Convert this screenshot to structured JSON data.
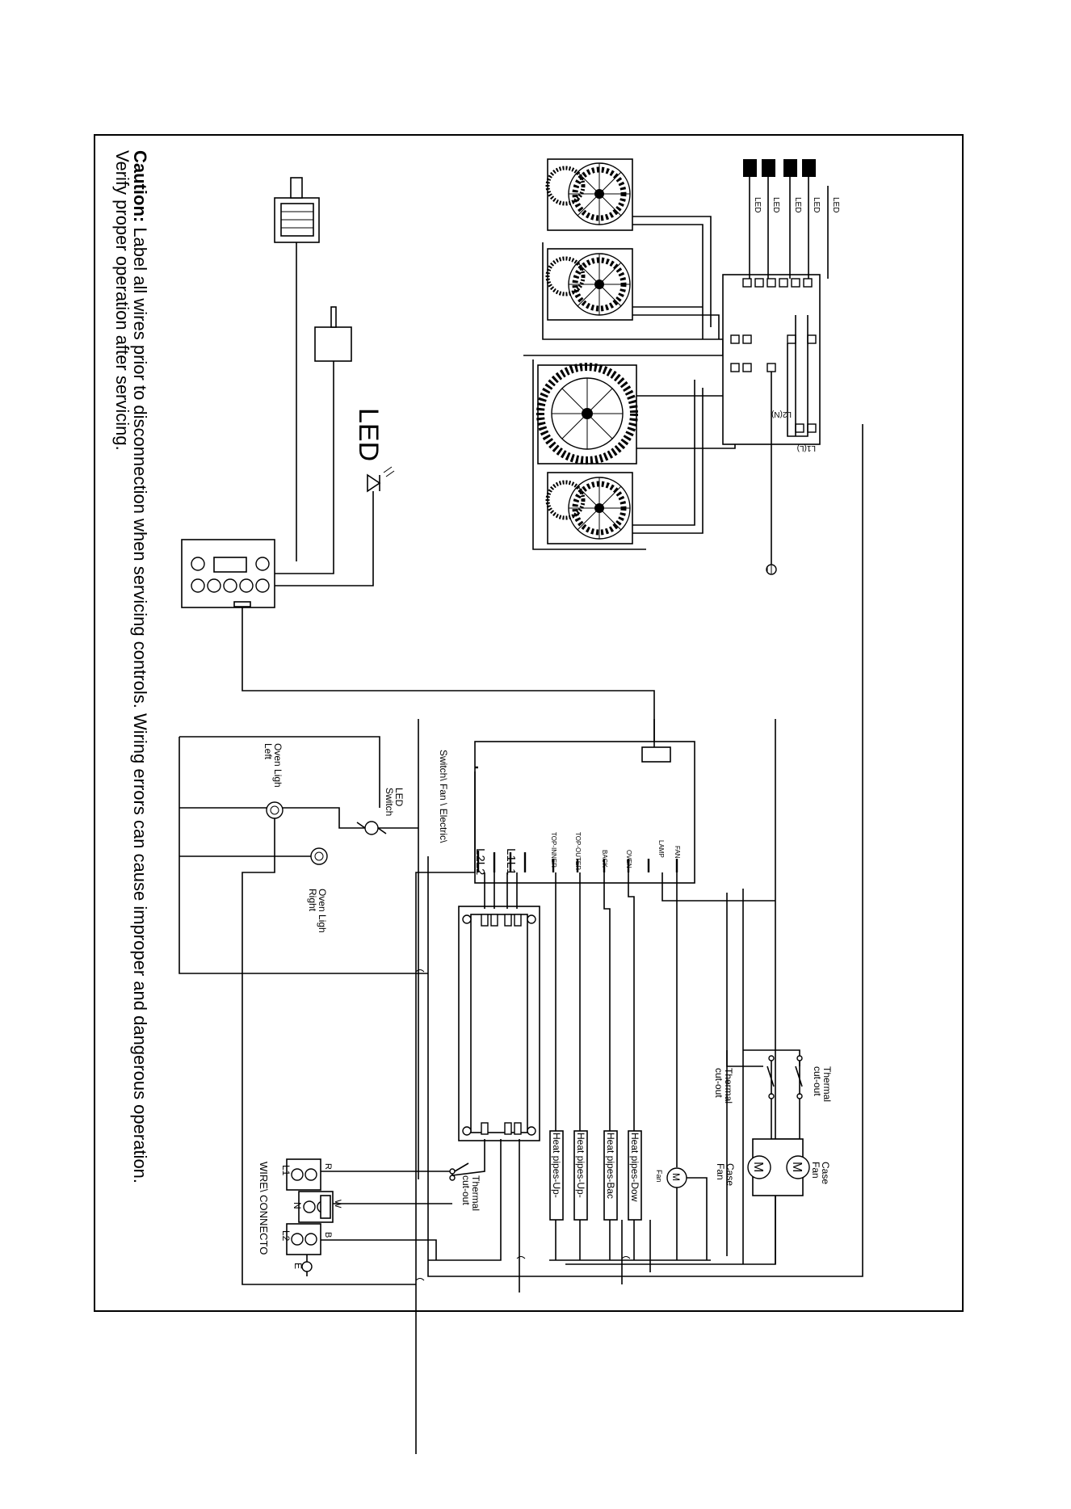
{
  "caution": {
    "heading": "Caution:",
    "line1": " Label all wires prior to disconnection when servicing controls. Wiring errors can cause improper and dangerous operation.",
    "line2": "Verify proper operation after servicing."
  },
  "labels": {
    "led_big": "LED",
    "led_small": "LED",
    "l2n": "L2(N)",
    "l1l": "L1(L)",
    "oven_light_left": [
      "Oven Ligh",
      "Left"
    ],
    "oven_light_right": [
      "Oven Ligh",
      "Right"
    ],
    "led_switch": [
      "LED",
      "Switch"
    ],
    "switch_fan_electric": "Switch\\ Fan \\ Electric\\",
    "board_terminals": [
      "TOP-INNER",
      "TOP-OUTER",
      "BACK",
      "OVEN",
      "LAMP",
      "FAN"
    ],
    "l2l2": "L2L2",
    "l1l1": "L1L1",
    "heat_pipes": [
      "Heat pipes-Up-",
      "Heat pipes-Up-",
      "Heat pipes-Bac",
      "Heat pipes-Dow"
    ],
    "thermal_cutout_top": [
      "Thermal",
      "cut-out"
    ],
    "thermal_cutout_bottom": [
      "Thermal",
      "cut-out"
    ],
    "case_fan_top": [
      "Case",
      "Fan"
    ],
    "case_fan_bottom": [
      "Case",
      "Fan"
    ],
    "fan_small": "Fan",
    "motor_symbol": "M",
    "thermal_cutout_lower": [
      "Thermal",
      "cut-out"
    ],
    "wire_connector": "WIRE\\ CONNECTO",
    "term_L1": "L1",
    "term_N": "N",
    "term_L2": "L2",
    "term_R": "R",
    "term_W": "W",
    "term_B": "B",
    "term_E": "E"
  }
}
